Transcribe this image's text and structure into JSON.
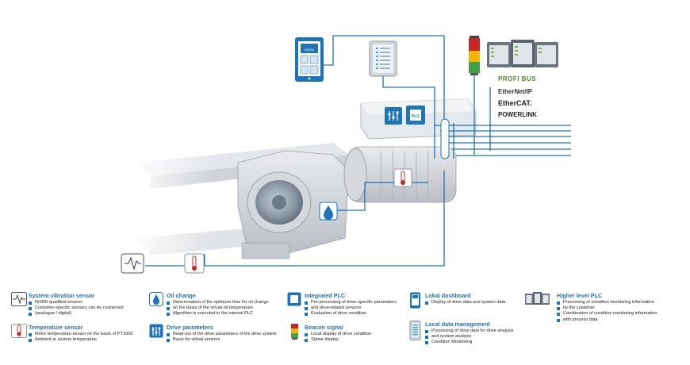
{
  "colors": {
    "accent": "#1f73b7",
    "line": "#1f73b7",
    "text": "#222222",
    "machine": "#c9cdd2"
  },
  "diagram": {
    "nord_app_label": "NORD",
    "protocols": [
      "PROFI BUS",
      "EtherNet/IP",
      "EtherCAT.",
      "POWERLINK"
    ]
  },
  "legend": [
    {
      "id": "vibration",
      "icon": "vibration-sensor-icon",
      "title": "System vibration sensor",
      "items": [
        "NORD qualified sensors",
        "Customer-specific sensors can be connected",
        "(analogue / digital)"
      ]
    },
    {
      "id": "temperature",
      "icon": "thermometer-icon",
      "title": "Temperature sensor",
      "items": [
        "Motor temperature sensor on the basis of PT1000",
        "Ambient or system temperature"
      ]
    },
    {
      "id": "oil",
      "icon": "oil-drop-icon",
      "title": "Oil change",
      "items": [
        "Determination of the optimum time for oil change",
        "on the basis of the virtual oil temperature",
        "Algorithm is executed in the internal PLC"
      ]
    },
    {
      "id": "drive",
      "icon": "drive-parameters-icon",
      "title": "Drive parameters",
      "items": [
        "Read-out of the drive parameters of the drive system",
        "Basis for virtual sensors"
      ]
    },
    {
      "id": "plc",
      "icon": "integrated-plc-icon",
      "title": "Integrated PLC",
      "items": [
        "Pre-processing of drive-specific parameters",
        "and drive-related sensors",
        "Evaluation of drive condition"
      ]
    },
    {
      "id": "beacon",
      "icon": "beacon-signal-icon",
      "title": "Beacon signal",
      "items": [
        "Local display of drive condition",
        "Status display"
      ]
    },
    {
      "id": "dashboard",
      "icon": "tablet-dashboard-icon",
      "title": "Lokal dashboard",
      "items": [
        "Display of drive data and system data"
      ]
    },
    {
      "id": "datamgmt",
      "icon": "data-management-icon",
      "title": "Local data management",
      "items": [
        "Processing of drive data for drive analysis",
        "and system analysis",
        "Condition Monitoring"
      ]
    },
    {
      "id": "higherplc",
      "icon": "higher-level-plc-icon",
      "title": "Higher level PLC",
      "items": [
        "Processing of condition monitoring information",
        "by the customer",
        "Combination of condition monitoring information",
        "with process data"
      ]
    }
  ]
}
